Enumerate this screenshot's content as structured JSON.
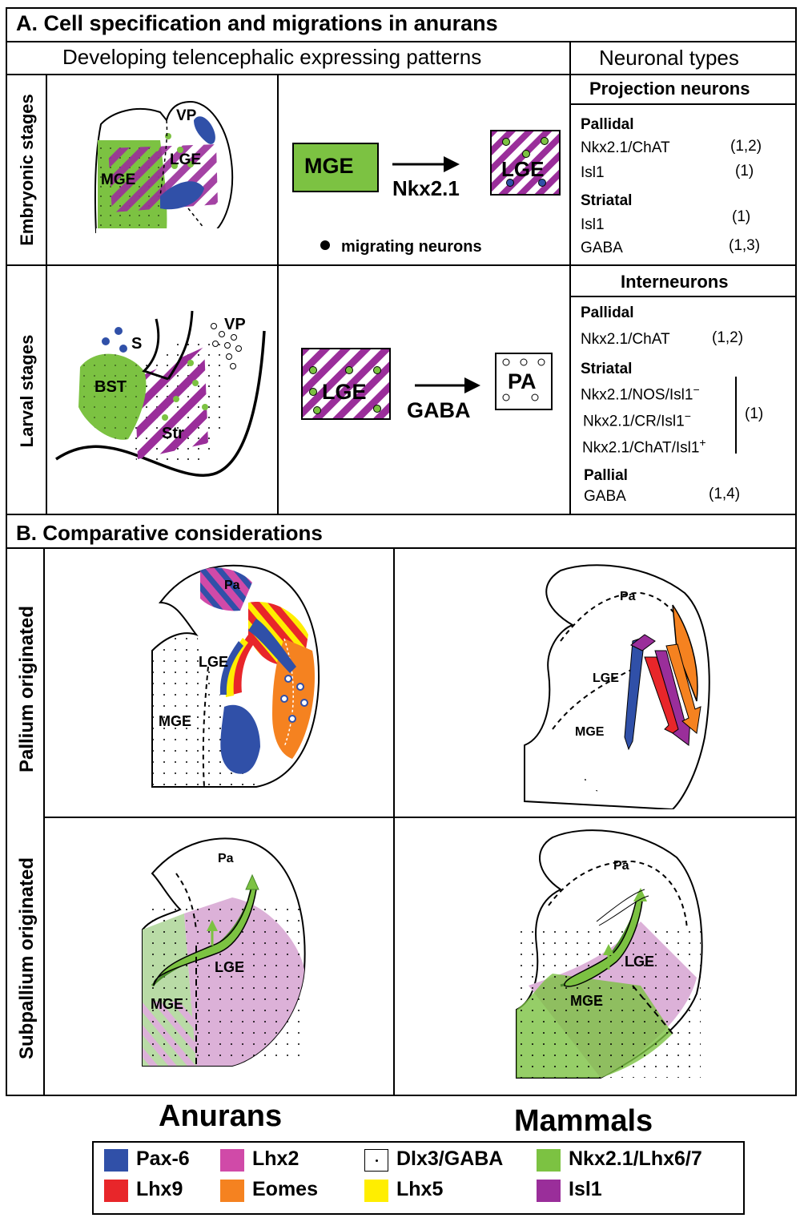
{
  "panelA": {
    "title": "A.  Cell specification and migrations in anurans",
    "col_header_patterns": "Developing telencephalic expressing patterns",
    "col_header_types": "Neuronal types",
    "row_embryonic": "Embryonic stages",
    "row_larval": "Larval stages",
    "embryo_labels": {
      "vp": "VP",
      "lge": "LGE",
      "mge": "MGE"
    },
    "embryo_flow": {
      "source": "MGE",
      "factor": "Nkx2.1",
      "target": "LGE",
      "legend": "migrating neurons"
    },
    "larval_labels": {
      "s": "S",
      "vp": "VP",
      "bst": "BST",
      "str": "Str"
    },
    "larval_flow": {
      "source": "LGE",
      "factor": "GABA",
      "target": "PA"
    },
    "projection": {
      "title": "Projection neurons",
      "pallidal": "Pallidal",
      "pallidal_items": [
        {
          "label": "Nkx2.1/ChAT",
          "ref": "(1,2)"
        },
        {
          "label": "Isl1",
          "ref": "(1)"
        }
      ],
      "striatal": "Striatal",
      "striatal_items": [
        {
          "label": "Isl1",
          "ref": "(1)"
        },
        {
          "label": "GABA",
          "ref": "(1,3)"
        }
      ]
    },
    "interneurons": {
      "title": "Interneurons",
      "pallidal": "Pallidal",
      "pallidal_item": {
        "label": "Nkx2.1/ChAT",
        "ref": "(1,2)"
      },
      "striatal": "Striatal",
      "striatal_items": [
        {
          "label": "Nkx2.1/NOS/Isl1",
          "sup": "−"
        },
        {
          "label": "Nkx2.1/CR/Isl1",
          "sup": "−"
        },
        {
          "label": "Nkx2.1/ChAT/Isl1",
          "sup": "+"
        }
      ],
      "striatal_ref": "(1)",
      "pallial": "Pallial",
      "pallial_item": {
        "label": "GABA",
        "ref": "(1,4)"
      }
    }
  },
  "panelB": {
    "title": "B.     Comparative considerations",
    "row_pallium": "Pallium originated",
    "row_subpallium": "Subpallium originated",
    "labels": {
      "pa": "Pa",
      "lge": "LGE",
      "mge": "MGE"
    },
    "col_anurans": "Anurans",
    "col_mammals": "Mammals"
  },
  "legend": [
    {
      "label": "Pax-6",
      "color": "#3050a8",
      "pattern": "solid"
    },
    {
      "label": "Lhx2",
      "color": "#d04aa8",
      "pattern": "solid"
    },
    {
      "label": "Dlx3/GABA",
      "color": "#ffffff",
      "pattern": "dot"
    },
    {
      "label": "Nkx2.1/Lhx6/7",
      "color": "#7cc242",
      "pattern": "solid"
    },
    {
      "label": "Lhx9",
      "color": "#e8262a",
      "pattern": "solid"
    },
    {
      "label": "Eomes",
      "color": "#f58220",
      "pattern": "solid"
    },
    {
      "label": "Lhx5",
      "color": "#ffee00",
      "pattern": "solid"
    },
    {
      "label": "Isl1",
      "color": "#9a2e9a",
      "pattern": "solid"
    }
  ],
  "colors": {
    "green": "#7cc242",
    "purple": "#9a2e9a",
    "blue": "#3050a8",
    "red": "#e8262a",
    "orange": "#f58220",
    "yellow": "#ffee00",
    "magenta": "#d04aa8",
    "light_green": "#b9dba6",
    "light_purple": "#dcb1d8"
  }
}
